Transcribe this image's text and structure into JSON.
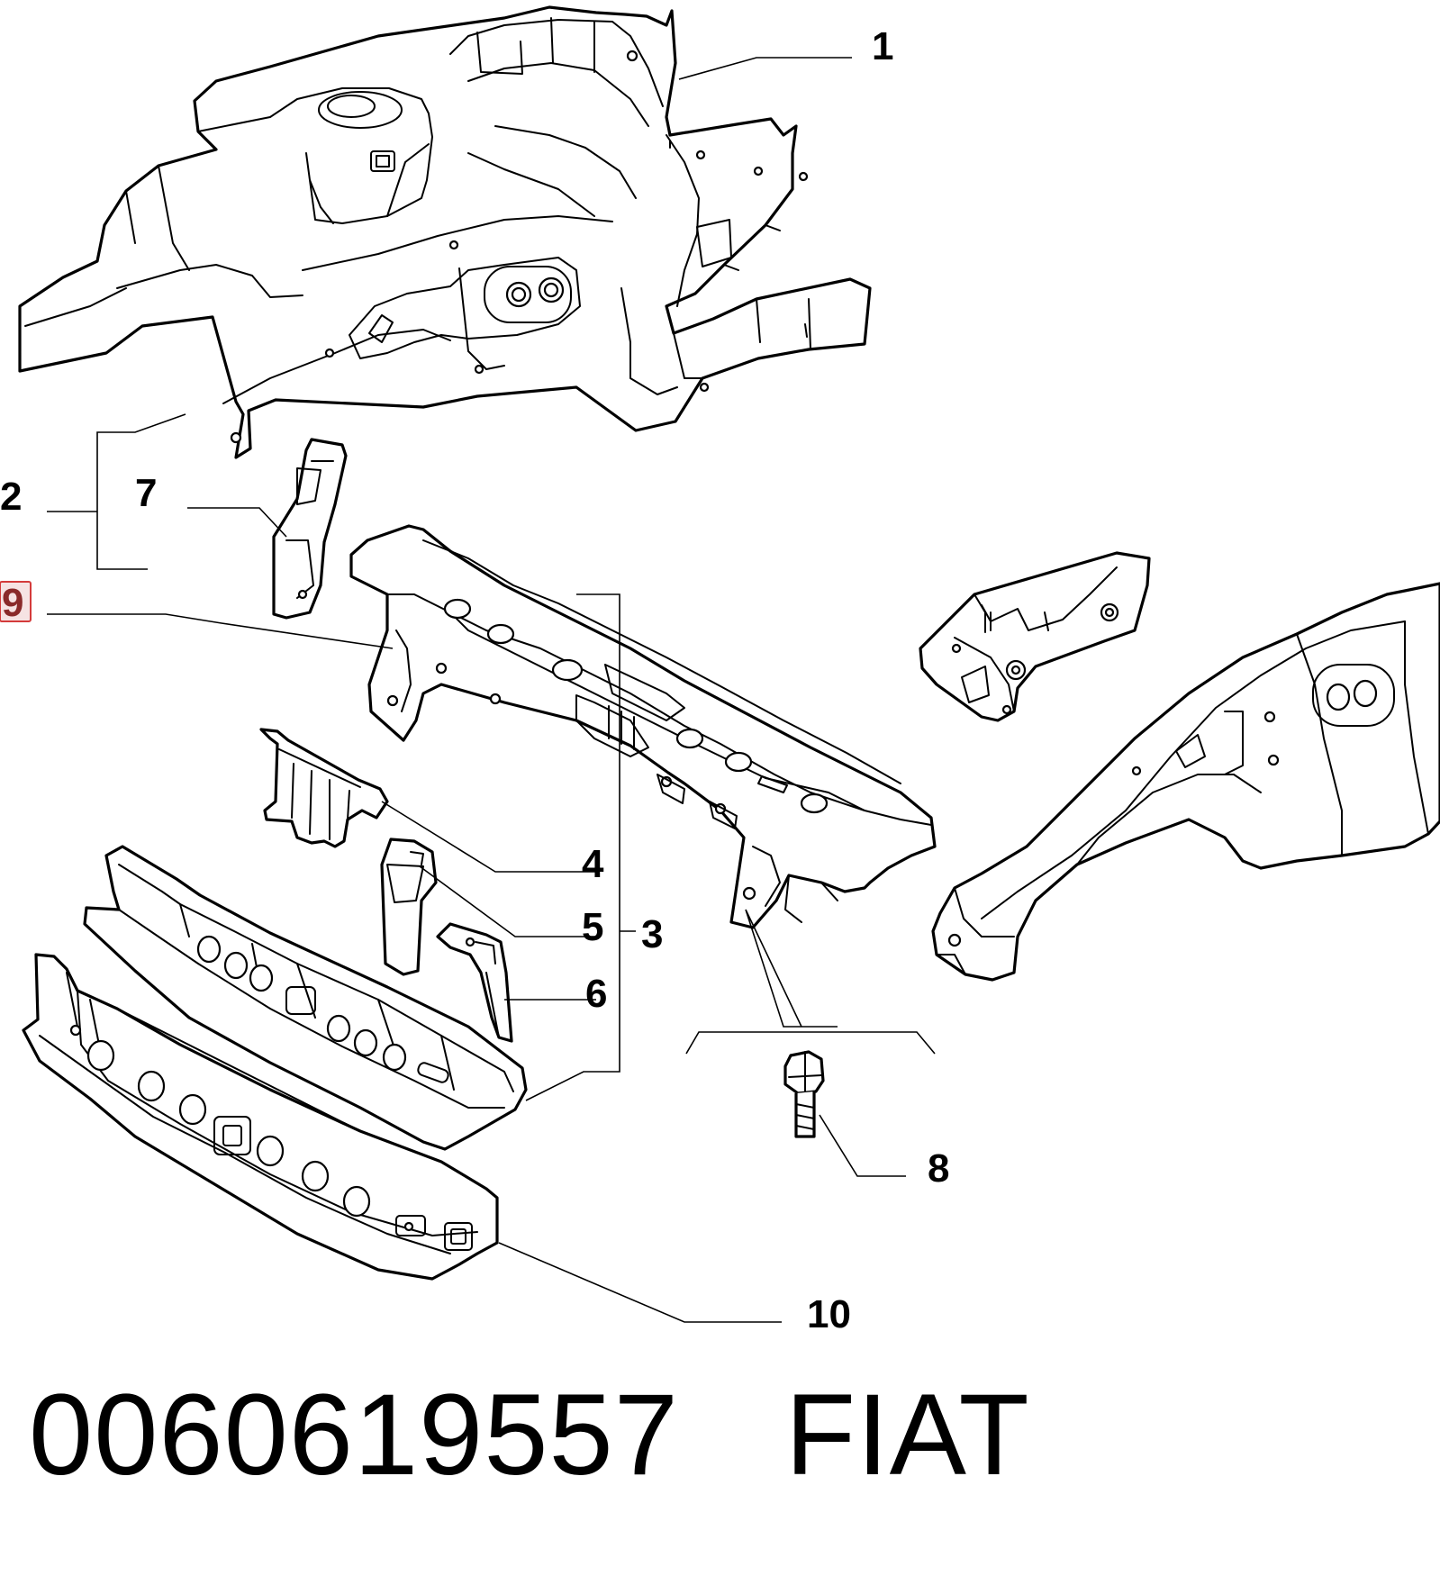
{
  "callouts": {
    "c1": "1",
    "c2": "2",
    "c3": "3",
    "c4": "4",
    "c5": "5",
    "c6": "6",
    "c7": "7",
    "c8": "8",
    "c9": "9",
    "c10": "10"
  },
  "highlighted_callout": "9",
  "caption": {
    "part_number": "0060619557",
    "brand": "FIAT"
  },
  "colors": {
    "line": "#000000",
    "highlight_border": "#d43b3b",
    "highlight_fill": "#f6e3e3"
  }
}
